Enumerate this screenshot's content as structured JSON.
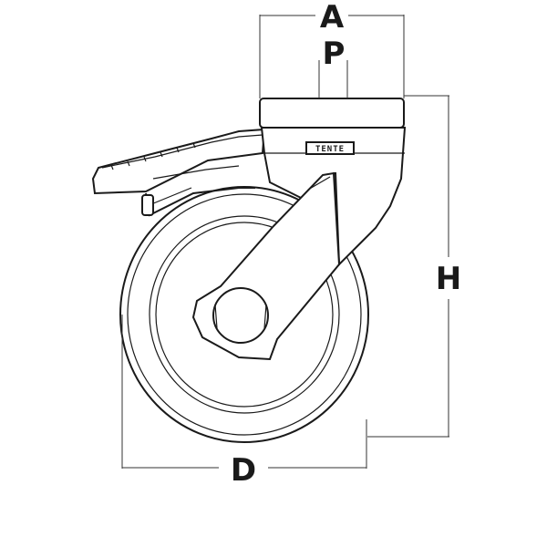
{
  "diagram": {
    "dimensions": {
      "a": "A",
      "p": "P",
      "h": "H",
      "d": "D"
    },
    "brand_plate": "TENTE"
  }
}
